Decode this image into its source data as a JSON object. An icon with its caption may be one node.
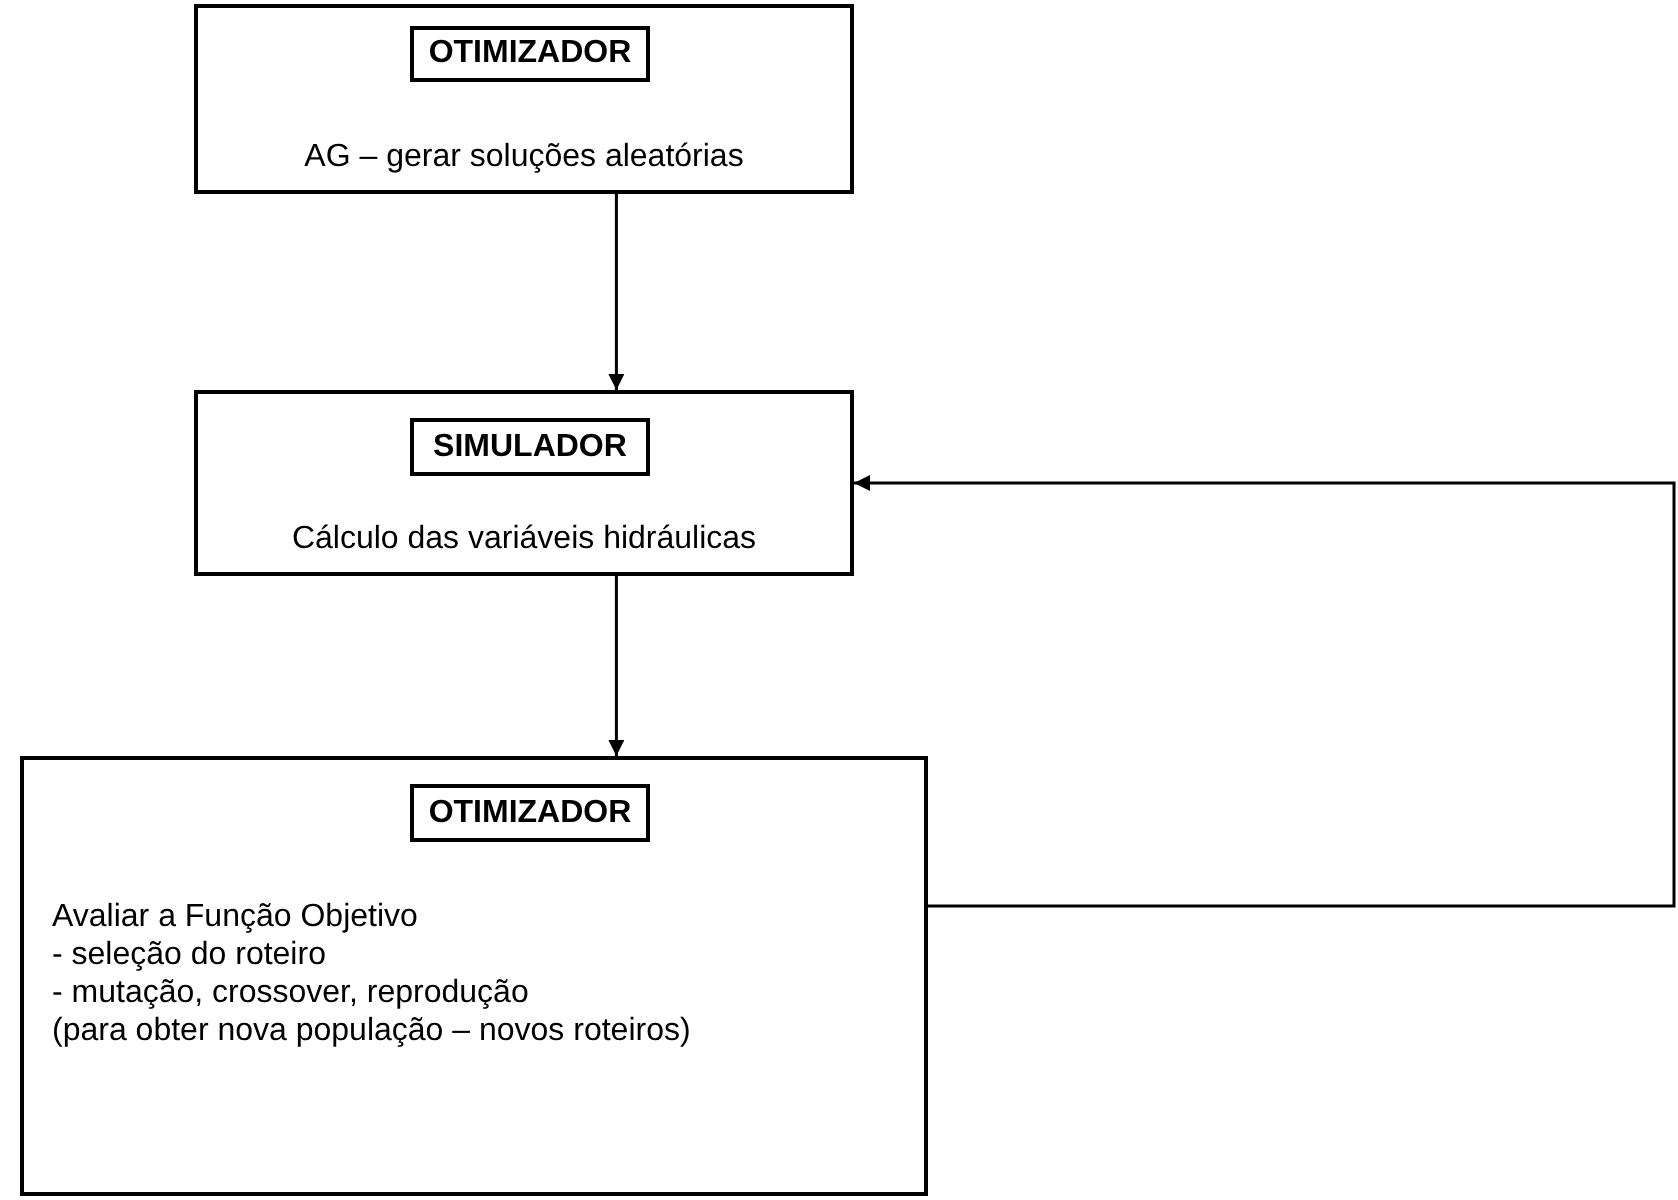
{
  "diagram": {
    "nodes": [
      {
        "text": [
          "AG – gerar soluções aleatórias"
        ]
      },
      {
        "text": [
          "OTIMIZADOR"
        ],
        "in": 0
      },
      {
        "text": [
          "Cálculo das variáveis hidráulicas"
        ]
      },
      {
        "text": [
          "SIMULADOR"
        ],
        "in": 2
      },
      {
        "text": [
          "Avaliar a Função Objetivo",
          "- seleção do roteiro",
          "- mutação, crossover, reprodução",
          "(para obter nova população – novos roteiros)"
        ]
      },
      {
        "text": [
          "OTIMIZADOR"
        ],
        "in": 4
      }
    ],
    "edges": [
      {
        "from": 0,
        "to": 2,
        "arrow": "to"
      },
      {
        "from": 2,
        "to": 4,
        "arrow": "to"
      },
      {
        "from": 4,
        "to": 2,
        "arrow": "to"
      }
    ]
  }
}
